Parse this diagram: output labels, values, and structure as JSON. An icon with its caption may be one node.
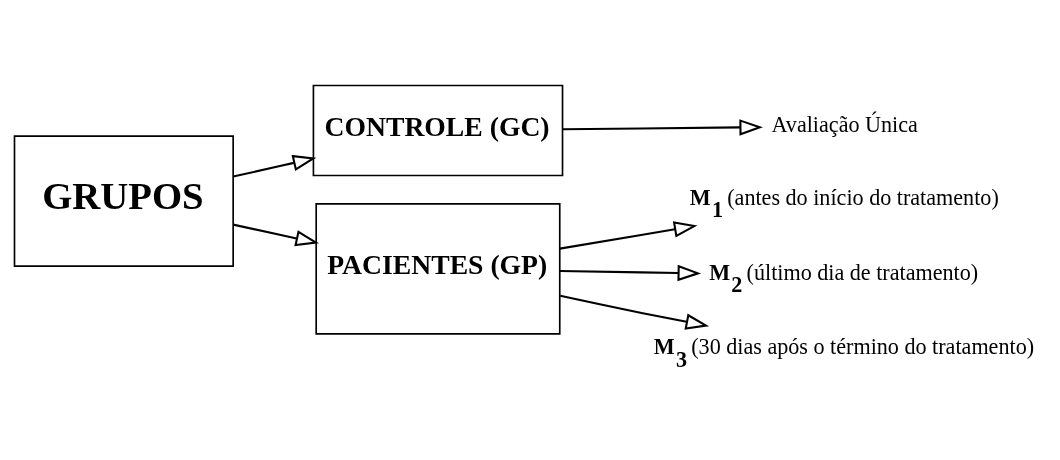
{
  "diagram": {
    "nodes": [
      {
        "text": [
          "GRUPOS"
        ]
      },
      {
        "text": [
          "CONTROLE (GC)"
        ]
      },
      {
        "text": [
          "PACIENTES (GP)"
        ]
      },
      {
        "text": [
          "Avaliação Única"
        ]
      },
      {
        "text": [
          "**M**$_{1}$ (antes do início do tratamento)"
        ]
      },
      {
        "text": [
          "**M**$_{2}$ (último dia de tratamento)"
        ]
      },
      {
        "text": [
          "**M**$_{3}$ (30 dias após o término do tratamento)"
        ]
      }
    ],
    "edges": [
      {
        "from": 0,
        "to": 1,
        "arrow": "to"
      },
      {
        "from": 0,
        "to": 2,
        "arrow": "to"
      },
      {
        "from": 1,
        "to": 3,
        "arrow": "to"
      },
      {
        "from": 2,
        "to": 4,
        "arrow": "to"
      },
      {
        "from": 2,
        "to": 5,
        "arrow": "to"
      },
      {
        "from": 2,
        "to": 6,
        "arrow": "to"
      }
    ]
  }
}
